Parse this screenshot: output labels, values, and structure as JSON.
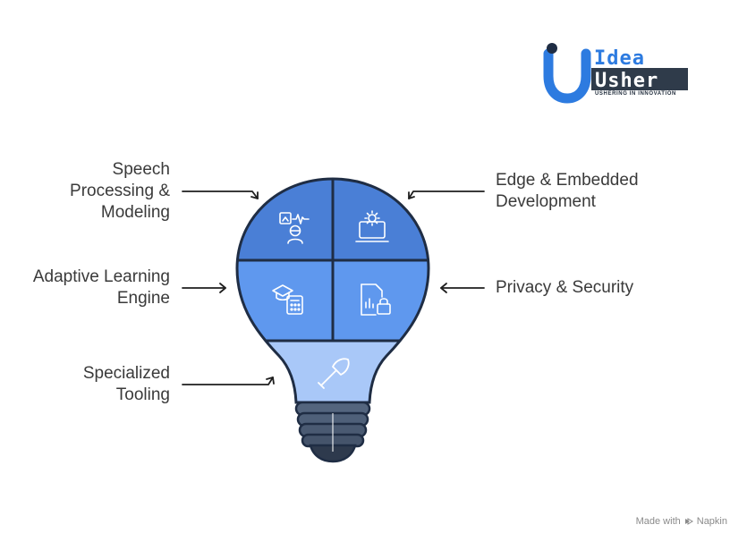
{
  "logo": {
    "line1": "Idea",
    "line2": "Usher",
    "tagline": "USHERING IN INNOVATION",
    "brand_blue": "#2d7be0",
    "brand_dark": "#2f3b4a"
  },
  "segments": [
    {
      "id": "speech",
      "lines": [
        "Speech",
        "Processing &",
        "Modeling"
      ],
      "icon": "waveform-person-icon",
      "color": "#4a7fd6"
    },
    {
      "id": "edge",
      "lines": [
        "Edge & Embedded",
        "Development"
      ],
      "icon": "laptop-gear-icon",
      "color": "#4a7fd6"
    },
    {
      "id": "adaptive",
      "lines": [
        "Adaptive Learning",
        "Engine"
      ],
      "icon": "graduation-cap-calculator-icon",
      "color": "#5f98ee"
    },
    {
      "id": "privacy",
      "lines": [
        "Privacy & Security"
      ],
      "icon": "document-chart-lock-icon",
      "color": "#5f98ee"
    },
    {
      "id": "tooling",
      "lines": [
        "Specialized",
        "Tooling"
      ],
      "icon": "shovel-icon",
      "color": "#a9c8f8"
    }
  ],
  "colors": {
    "outline": "#1f2d44",
    "base": "#4f6079",
    "base_dark": "#2e3a4d",
    "text": "#3a3a3a"
  },
  "footer": {
    "made_with": "Made with",
    "brand": "Napkin"
  }
}
